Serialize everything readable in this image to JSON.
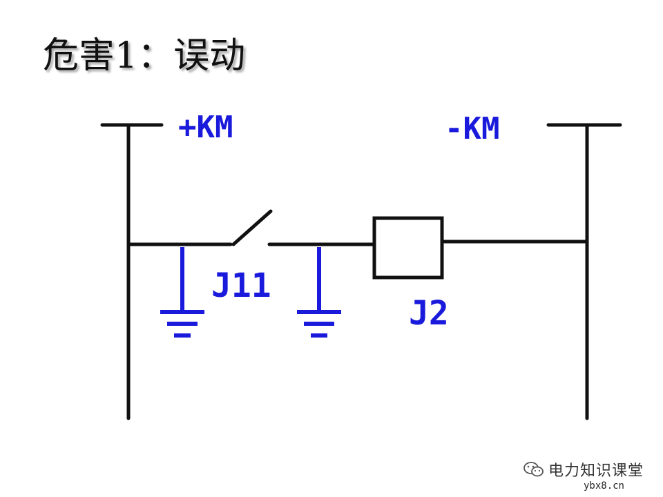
{
  "slide": {
    "title": "危害1：误动"
  },
  "diagram": {
    "positive_bus_label": "+KM",
    "negative_bus_label": "-KM",
    "contact_label": "J11",
    "relay_label": "J2",
    "colors": {
      "wire": "#111111",
      "ground": "#1a1adc",
      "label": "#1a1adc"
    }
  },
  "watermark": {
    "channel": "电力知识课堂",
    "site": "ybx8.cn",
    "icon": "wechat-icon"
  }
}
